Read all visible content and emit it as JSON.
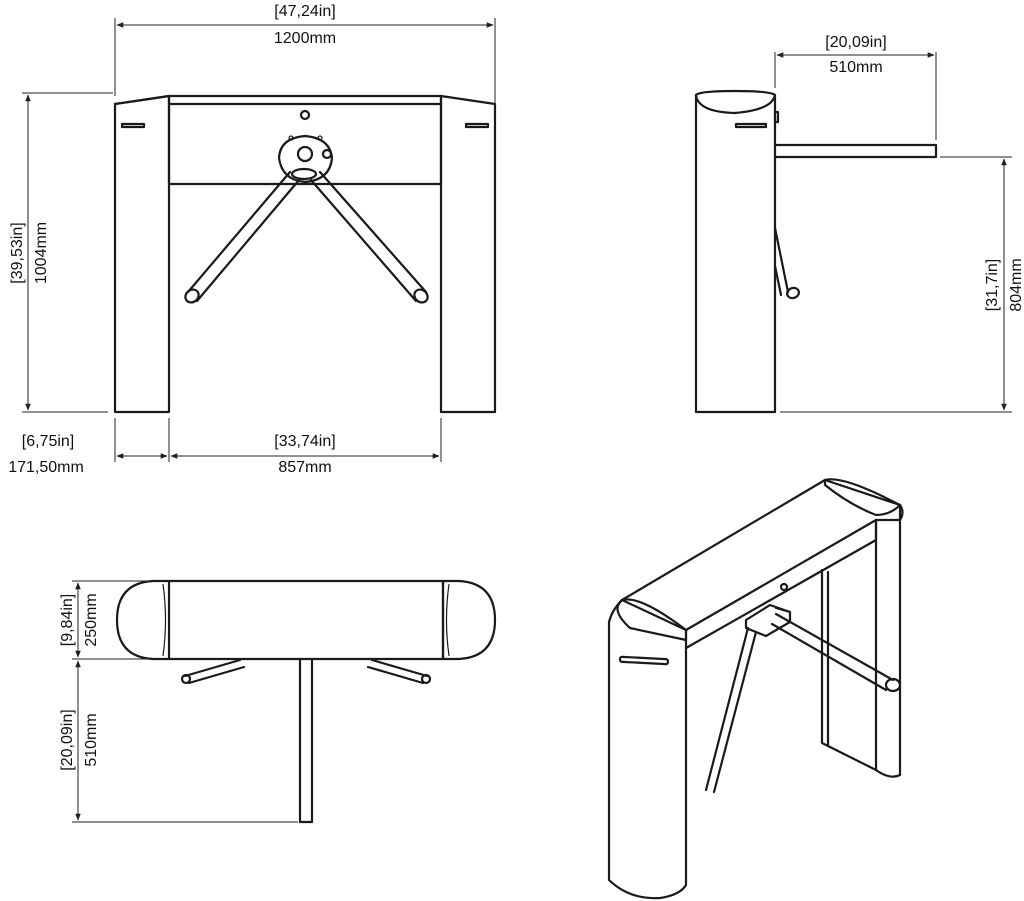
{
  "dimensions": {
    "front_width": {
      "inches": "[47,24in]",
      "mm": "1200mm"
    },
    "front_height": {
      "inches": "[39,53in]",
      "mm": "1004mm"
    },
    "front_post_width": {
      "inches": "[6,75in]",
      "mm": "171,50mm"
    },
    "front_passage_width": {
      "inches": "[33,74in]",
      "mm": "857mm"
    },
    "side_arm_length": {
      "inches": "[20,09in]",
      "mm": "510mm"
    },
    "side_arm_height": {
      "inches": "[31,7in]",
      "mm": "804mm"
    },
    "top_depth": {
      "inches": "[9,84in]",
      "mm": "250mm"
    },
    "top_arm_length": {
      "inches": "[20,09in]",
      "mm": "510mm"
    }
  },
  "colors": {
    "line": "#1a1a1a",
    "background": "#ffffff"
  }
}
